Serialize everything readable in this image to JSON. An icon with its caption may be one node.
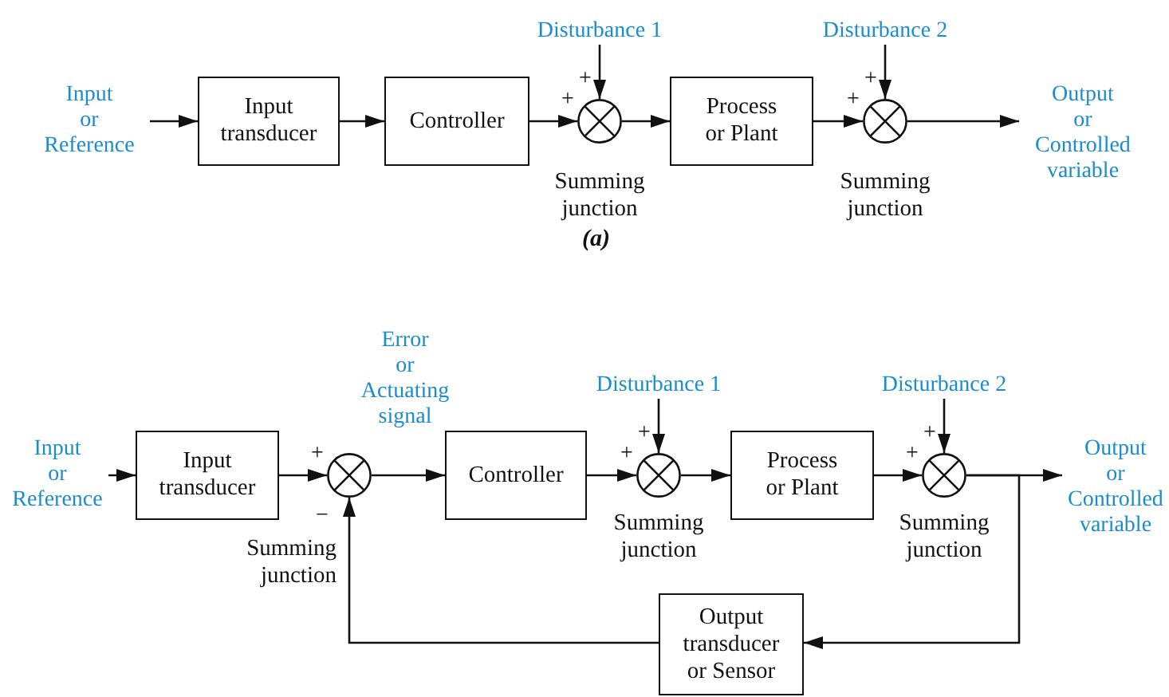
{
  "diagram": {
    "nodes": [
      {
        "text": [
          "Input or Reference"
        ]
      },
      {
        "text": [
          "Input transducer"
        ]
      },
      {
        "text": [
          "Controller"
        ]
      },
      {
        "text": [],
        "shape": "circle",
        "beside": [
          "+",
          "+",
          "Summing junction"
        ]
      },
      {
        "text": [
          "Disturbance 1"
        ]
      },
      {
        "text": [
          "Process or Plant"
        ]
      },
      {
        "text": [],
        "shape": "circle",
        "beside": [
          "+",
          "+",
          "Summing junction"
        ]
      },
      {
        "text": [
          "Disturbance 2"
        ]
      },
      {
        "text": [
          "Output or Controlled variable"
        ]
      },
      {
        "text": [
          "Input or Reference"
        ]
      },
      {
        "text": [
          "Input transducer"
        ]
      },
      {
        "text": [],
        "shape": "circle",
        "beside": [
          "+",
          "−",
          "Summing junction"
        ]
      },
      {
        "text": [
          "Controller"
        ]
      },
      {
        "text": [],
        "shape": "circle",
        "beside": [
          "+",
          "+",
          "Summing junction"
        ]
      },
      {
        "text": [
          "Disturbance 1"
        ]
      },
      {
        "text": [
          "Process or Plant"
        ]
      },
      {
        "text": [],
        "shape": "circle",
        "beside": [
          "+",
          "+",
          "Summing junction"
        ]
      },
      {
        "text": [
          "Disturbance 2"
        ]
      },
      {
        "text": [
          "Output or Controlled variable"
        ]
      },
      {
        "text": [
          "Output transducer or Sensor"
        ]
      }
    ],
    "edges": [
      {
        "from": 0,
        "to": 1,
        "arrow": "to"
      },
      {
        "from": 1,
        "to": 2,
        "arrow": "to"
      },
      {
        "from": 2,
        "to": 3,
        "arrow": "to"
      },
      {
        "from": 4,
        "to": 3,
        "arrow": "to"
      },
      {
        "from": 3,
        "to": 5,
        "arrow": "to"
      },
      {
        "from": 5,
        "to": 6,
        "arrow": "to"
      },
      {
        "from": 7,
        "to": 6,
        "arrow": "to"
      },
      {
        "from": 6,
        "to": 8,
        "arrow": "to"
      },
      {
        "from": 9,
        "to": 10,
        "arrow": "to"
      },
      {
        "from": 10,
        "to": 11,
        "arrow": "to"
      },
      {
        "from": 11,
        "to": 12,
        "arrow": "to",
        "label": "Error or Actuating signal"
      },
      {
        "from": 12,
        "to": 13,
        "arrow": "to"
      },
      {
        "from": 14,
        "to": 13,
        "arrow": "to"
      },
      {
        "from": 13,
        "to": 15,
        "arrow": "to"
      },
      {
        "from": 15,
        "to": 16,
        "arrow": "to"
      },
      {
        "from": 17,
        "to": 16,
        "arrow": "to"
      },
      {
        "from": 16,
        "to": 18,
        "arrow": "to"
      },
      {
        "from": 16,
        "to": 19,
        "arrow": "to"
      },
      {
        "from": 19,
        "to": 11,
        "arrow": "to"
      }
    ],
    "labels": [
      "(a)"
    ]
  }
}
